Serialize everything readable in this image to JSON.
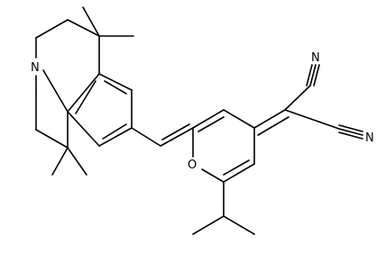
{
  "molecule": {
    "atom_labels": {
      "nitrogen": "N",
      "oxygen": "O",
      "nitrile_nitrogen_1": "N",
      "nitrile_nitrogen_2": "N"
    },
    "colors": {
      "bond": "#000000",
      "label": "#000000",
      "background": "#ffffff"
    }
  }
}
